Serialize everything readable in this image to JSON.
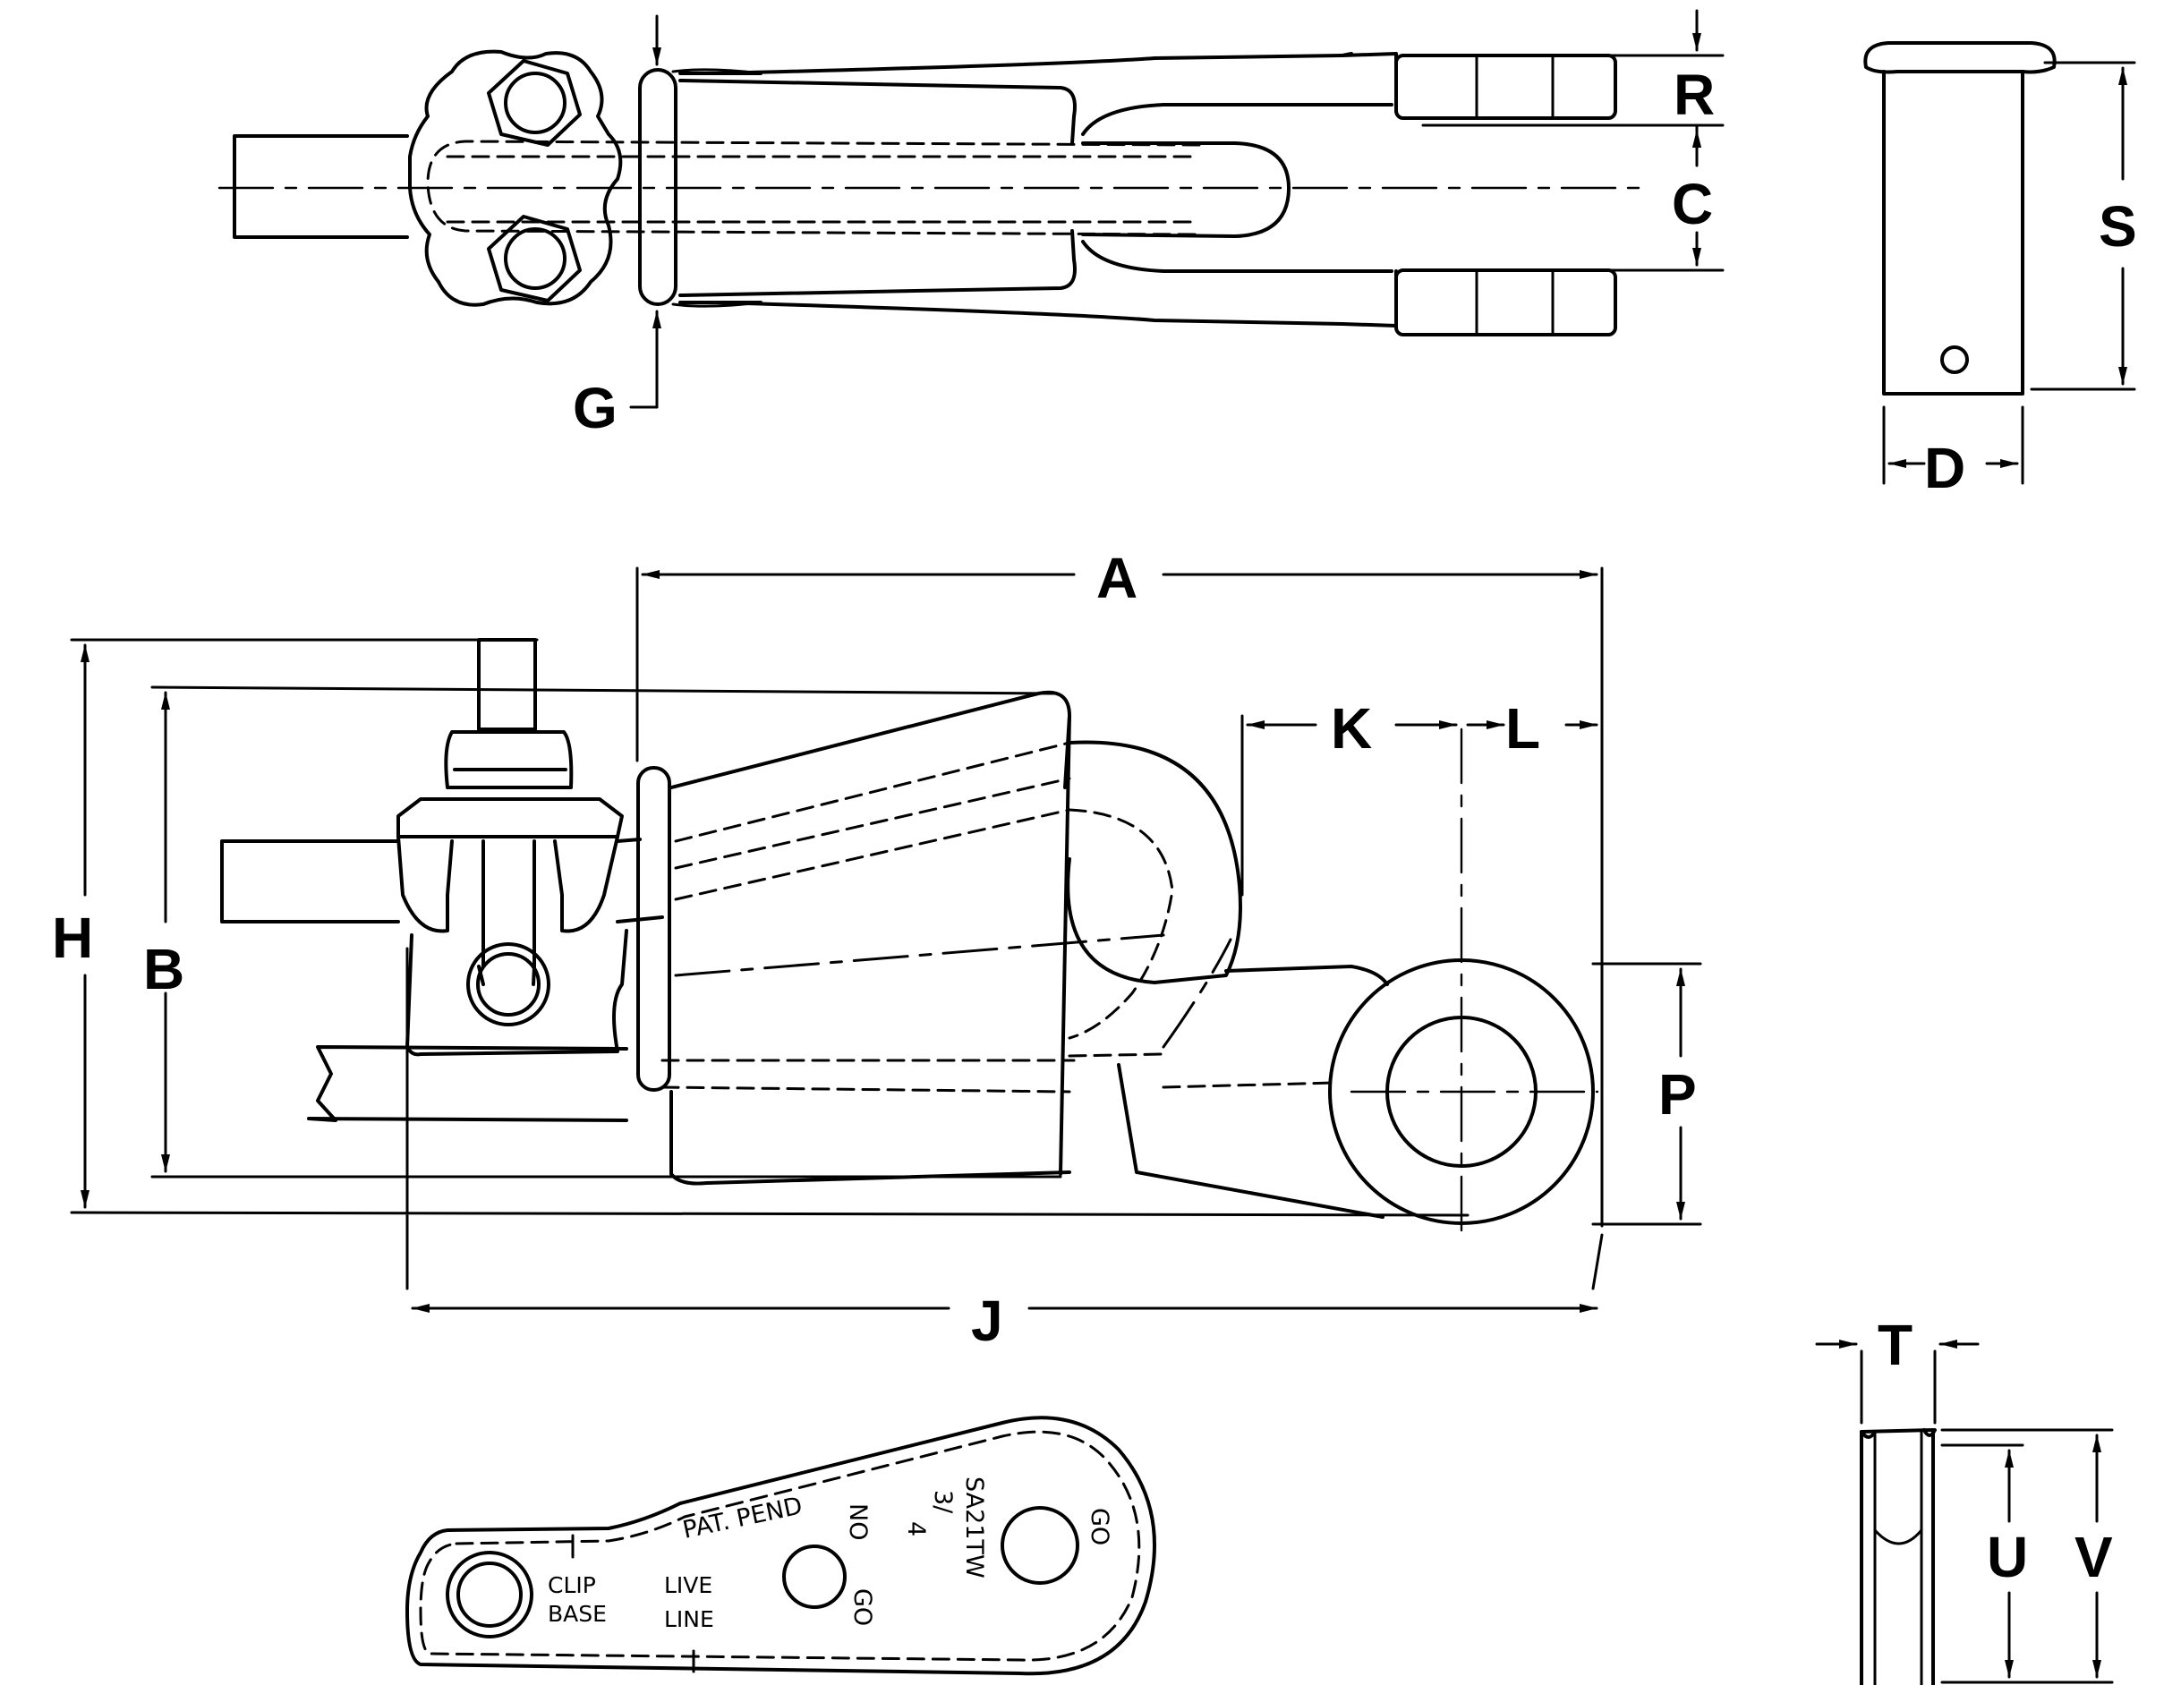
{
  "labels": {
    "R": "R",
    "C": "C",
    "G": "G",
    "S": "S",
    "D": "D",
    "A": "A",
    "K": "K",
    "L": "L",
    "H": "H",
    "B": "B",
    "P": "P",
    "J": "J",
    "T": "T",
    "U": "U",
    "V": "V"
  },
  "stamp": {
    "pat_pend": "PAT. PEND",
    "no": "NO",
    "go_small": "GO",
    "fraction_top": "3/",
    "fraction_bottom": "4",
    "model": "SA21TW",
    "go": "GO",
    "clip": "CLIP",
    "base": "BASE",
    "live": "LIVE",
    "line": "LINE"
  }
}
